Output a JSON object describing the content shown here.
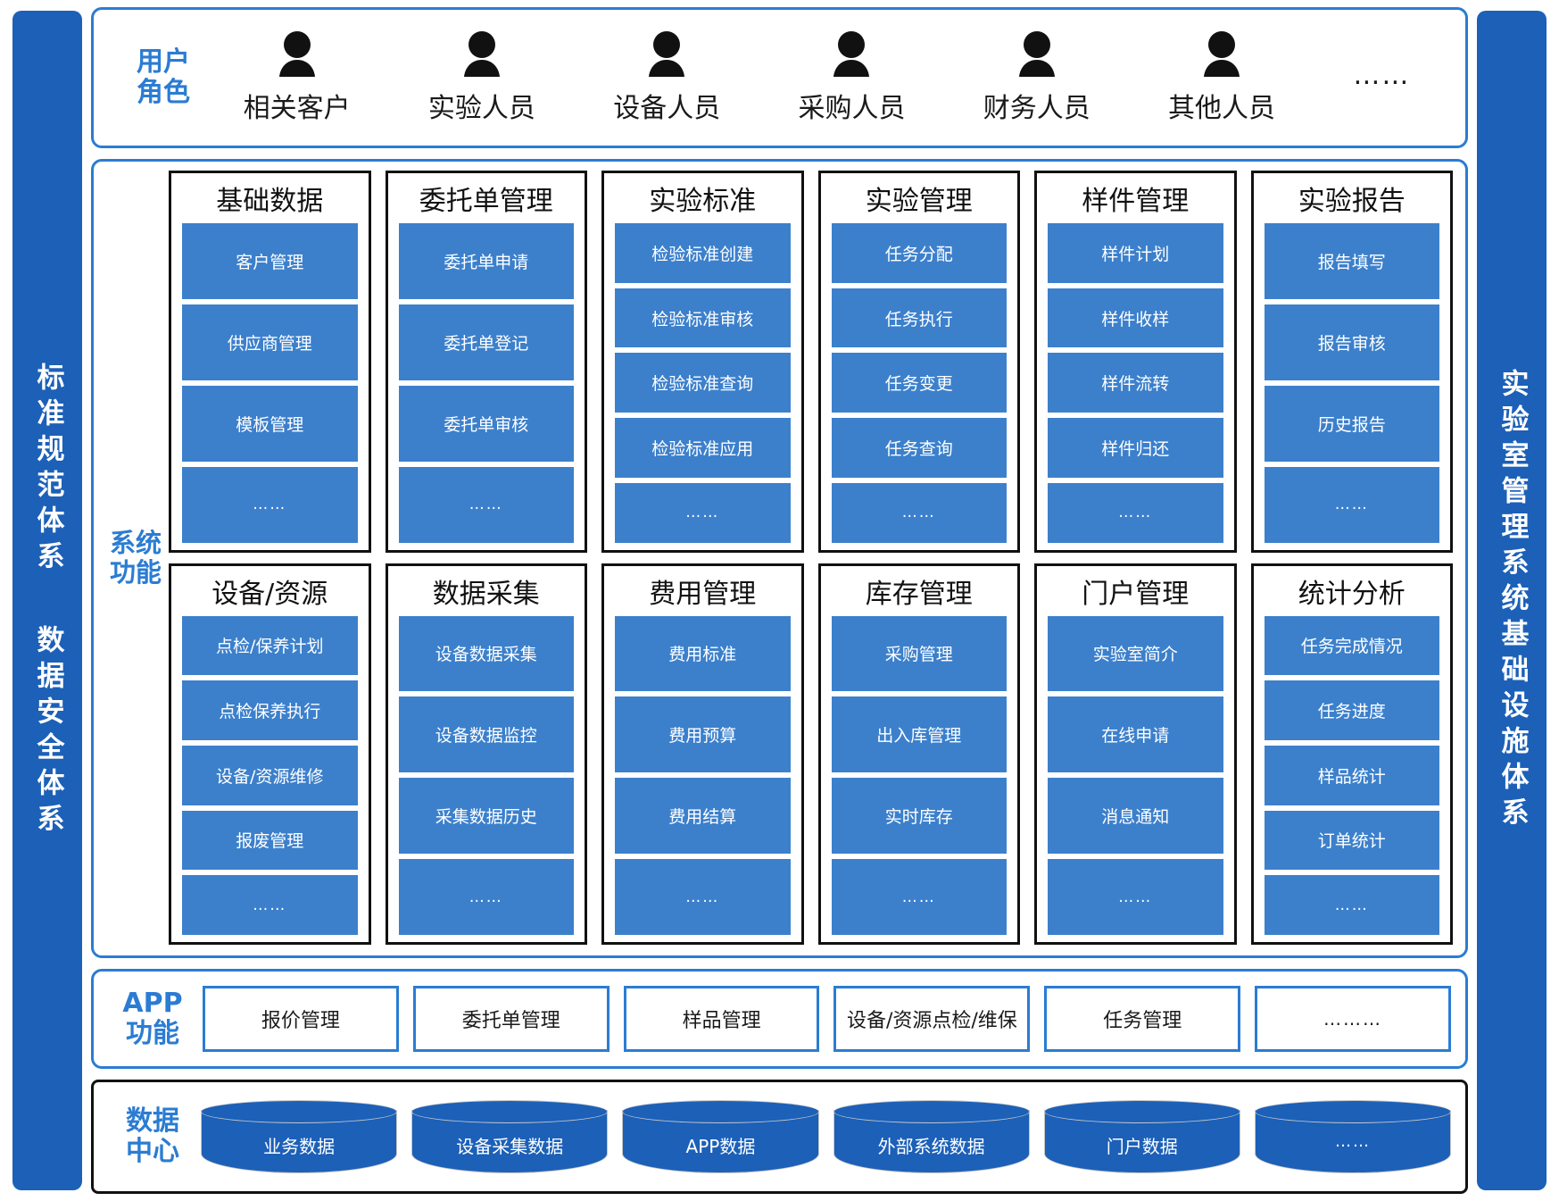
{
  "sidebar_left": {
    "blocks": [
      "标准规范体系",
      "数据安全体系"
    ]
  },
  "sidebar_right": {
    "blocks": [
      "实验室管理系统基础设施体系"
    ]
  },
  "roles": {
    "label": "用户\n角色",
    "items": [
      {
        "label": "相关客户",
        "icon": "user-icon"
      },
      {
        "label": "实验人员",
        "icon": "user-icon"
      },
      {
        "label": "设备人员",
        "icon": "user-icon"
      },
      {
        "label": "采购人员",
        "icon": "user-icon"
      },
      {
        "label": "财务人员",
        "icon": "user-icon"
      },
      {
        "label": "其他人员",
        "icon": "user-icon"
      }
    ],
    "ellipsis": "……"
  },
  "system_functions": {
    "label": "系统\n功能",
    "rows": [
      [
        {
          "title": "基础数据",
          "items": [
            "客户管理",
            "供应商管理",
            "模板管理",
            "……"
          ]
        },
        {
          "title": "委托单管理",
          "items": [
            "委托单申请",
            "委托单登记",
            "委托单审核",
            "……"
          ]
        },
        {
          "title": "实验标准",
          "items": [
            "检验标准创建",
            "检验标准审核",
            "检验标准查询",
            "检验标准应用",
            "……"
          ]
        },
        {
          "title": "实验管理",
          "items": [
            "任务分配",
            "任务执行",
            "任务变更",
            "任务查询",
            "……"
          ]
        },
        {
          "title": "样件管理",
          "items": [
            "样件计划",
            "样件收样",
            "样件流转",
            "样件归还",
            "……"
          ]
        },
        {
          "title": "实验报告",
          "items": [
            "报告填写",
            "报告审核",
            "历史报告",
            "……"
          ]
        }
      ],
      [
        {
          "title": "设备/资源",
          "items": [
            "点检/保养计划",
            "点检保养执行",
            "设备/资源维修",
            "报废管理",
            "……"
          ]
        },
        {
          "title": "数据采集",
          "items": [
            "设备数据采集",
            "设备数据监控",
            "采集数据历史",
            "……"
          ]
        },
        {
          "title": "费用管理",
          "items": [
            "费用标准",
            "费用预算",
            "费用结算",
            "……"
          ]
        },
        {
          "title": "库存管理",
          "items": [
            "采购管理",
            "出入库管理",
            "实时库存",
            "……"
          ]
        },
        {
          "title": "门户管理",
          "items": [
            "实验室简介",
            "在线申请",
            "消息通知",
            "……"
          ]
        },
        {
          "title": "统计分析",
          "items": [
            "任务完成情况",
            "任务进度",
            "样品统计",
            "订单统计",
            "……"
          ]
        }
      ]
    ]
  },
  "app_functions": {
    "label": "APP\n功能",
    "items": [
      "报价管理",
      "委托单管理",
      "样品管理",
      "设备/资源点检/维保",
      "任务管理",
      "………"
    ]
  },
  "data_center": {
    "label": "数据\n中心",
    "items": [
      "业务数据",
      "设备采集数据",
      "APP数据",
      "外部系统数据",
      "门户数据",
      "……"
    ]
  },
  "colors": {
    "brand_blue": "#1c60b8",
    "panel_border_blue": "#2b7cd3",
    "item_blue": "#3c80cc",
    "module_border": "#111111"
  }
}
